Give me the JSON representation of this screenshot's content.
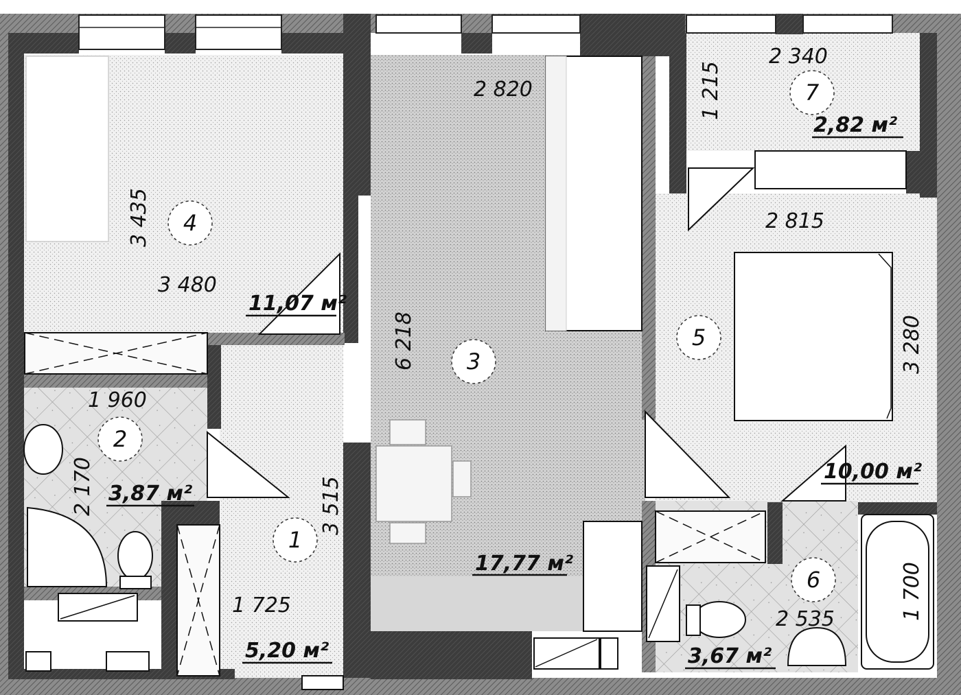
{
  "rooms": [
    {
      "number": "1",
      "area": "5,20 м²"
    },
    {
      "number": "2",
      "area": "3,87 м²"
    },
    {
      "number": "3",
      "area": "17,77 м²"
    },
    {
      "number": "4",
      "area": "11,07 м²"
    },
    {
      "number": "5",
      "area": "10,00 м²"
    },
    {
      "number": "6",
      "area": "3,67 м²"
    },
    {
      "number": "7",
      "area": "2,82 м²"
    }
  ],
  "dimensions": {
    "d2340": "2 340",
    "d1215": "1 215",
    "d2820": "2 820",
    "d3435": "3 435",
    "d3480": "3 480",
    "d2815": "2 815",
    "d3280": "3 280",
    "d6218": "6 218",
    "d1960": "1 960",
    "d2170": "2 170",
    "d3515": "3 515",
    "d1725": "1 725",
    "d2535": "2 535",
    "d1700": "1 700"
  },
  "colors": {
    "wall": "#3a3a3a",
    "wall_hatch": "#8a8a8a",
    "floor_light": "#ececec",
    "floor_tile": "#dcdcdc",
    "floor_main": "#c9c9c9",
    "line": "#111111"
  }
}
